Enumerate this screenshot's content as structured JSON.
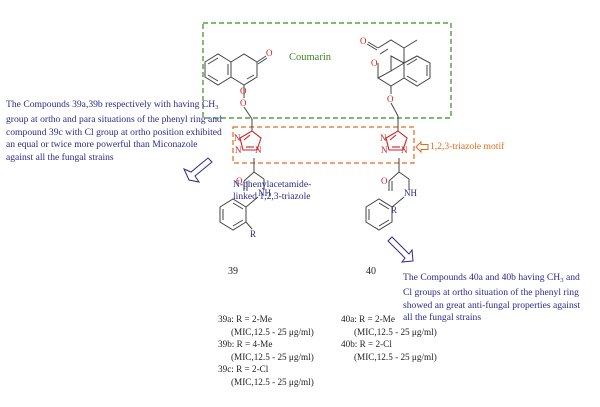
{
  "labels": {
    "coumarin": "Coumarin",
    "triazole_motif": "1,2,3-triazole motif",
    "acetamide_line1": "N-phenylacetamide-",
    "acetamide_line2": "linked 1,2,3-triazole",
    "compound_39": "39",
    "compound_40": "40"
  },
  "notes": {
    "left": {
      "parts": [
        "The Compounds 39a,39b respectively with having CH",
        "3",
        " group at ortho and para situations of the phenyl ring and compound 39c with Cl group at ortho position exhibited an equal or twice more powerful than Miconazole against all the fungal strains"
      ]
    },
    "right": {
      "parts": [
        "The Compounds 40a and 40b having CH",
        "3",
        " and Cl groups at ortho situation of the phenyl ring showed an great anti-fungal properties against all the fungal strains"
      ]
    }
  },
  "series_39": [
    {
      "name": "39a: R = 2-Me",
      "mic": "(MIC,12.5 - 25 μg/ml)"
    },
    {
      "name": "39b: R = 4-Me",
      "mic": "(MIC,12.5 - 25 μg/ml)"
    },
    {
      "name": "39c: R = 2-Cl",
      "mic": "(MIC,12.5 - 25 μg/ml)"
    }
  ],
  "series_40": [
    {
      "name": "40a: R = 2-Me",
      "mic": "(MIC,12.5 - 25 μg/ml)"
    },
    {
      "name": "40b: R = 2-Cl",
      "mic": "(MIC,12.5 - 25 μg/ml)"
    }
  ],
  "atoms": {
    "oxygen": "O",
    "nitrogen": "N",
    "nh": "NH",
    "r_group": "R"
  },
  "colors": {
    "coumarin_box": "#3a8a24",
    "triazole_box": "#e06a1c",
    "note_text": "#2a2a8c",
    "triazole_ring": "#d21f1f",
    "bond": "#444444"
  }
}
